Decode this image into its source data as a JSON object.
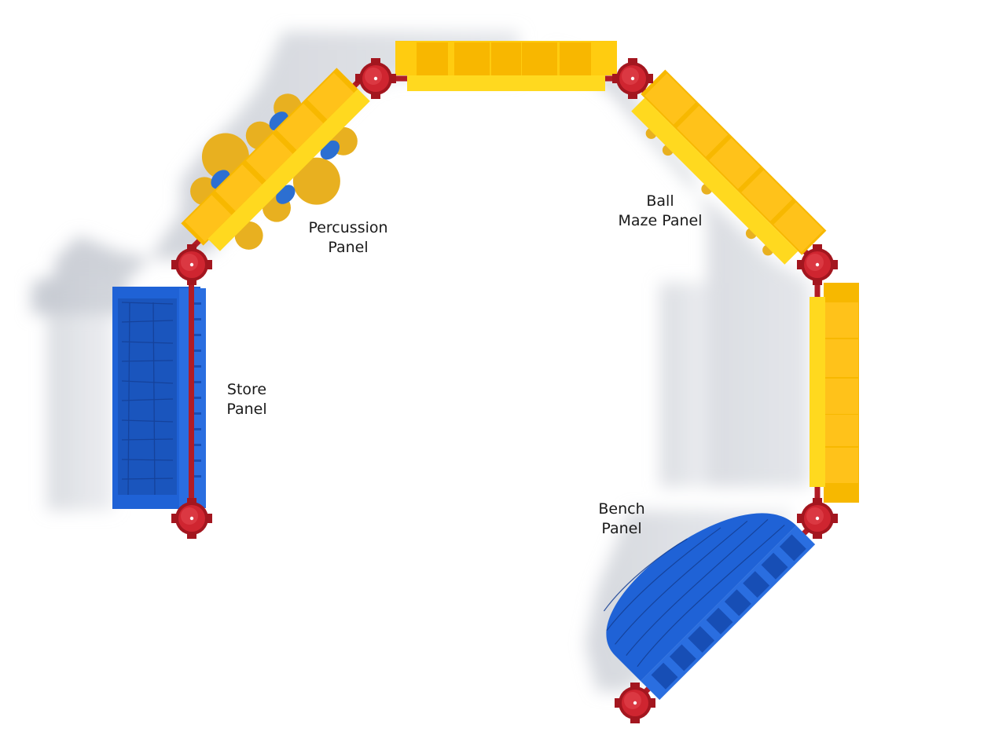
{
  "diagram": {
    "type": "top-down playground panel layout",
    "colors": {
      "background": "#ffffff",
      "shadow": "#c9ccd3",
      "yellow_panel": "#ffd21a",
      "yellow_panel_dark": "#f5b400",
      "blue_panel": "#1f62d6",
      "blue_panel_dark": "#1546a8",
      "post_red": "#c8202a",
      "post_red_dark": "#8e141b"
    },
    "labels": {
      "percussion": {
        "line1": "Percussion",
        "line2": "Panel"
      },
      "ball_maze": {
        "line1": "Ball",
        "line2": "Maze Panel"
      },
      "store": {
        "line1": "Store",
        "line2": "Panel"
      },
      "bench": {
        "line1": "Bench",
        "line2": "Panel"
      }
    },
    "panels": [
      {
        "id": "store-panel",
        "color": "blue"
      },
      {
        "id": "percussion-panel",
        "color": "yellow"
      },
      {
        "id": "top-panel",
        "color": "yellow"
      },
      {
        "id": "ball-maze-panel",
        "color": "yellow"
      },
      {
        "id": "right-panel",
        "color": "yellow"
      },
      {
        "id": "bench-panel",
        "color": "blue"
      }
    ],
    "posts_count": 7
  }
}
